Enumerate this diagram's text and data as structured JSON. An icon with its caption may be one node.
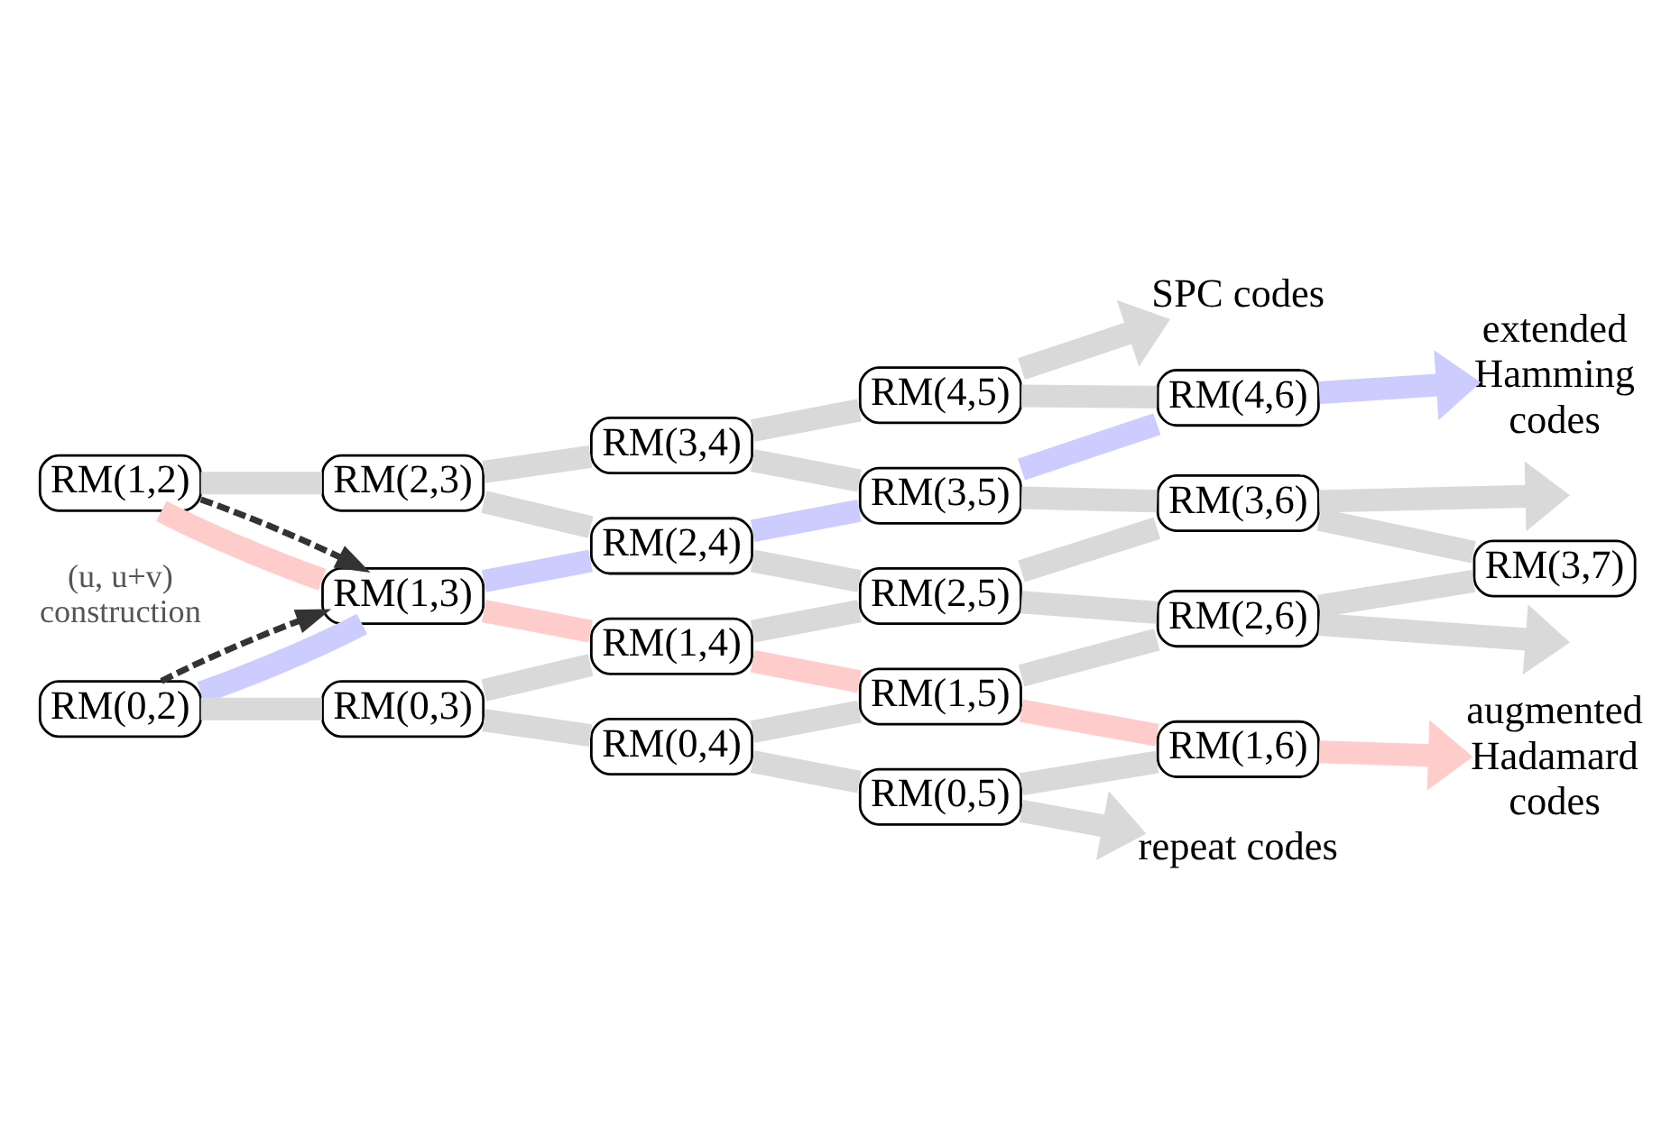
{
  "diagram": {
    "nodes": [
      {
        "text": [
          "RM(1,2)"
        ]
      },
      {
        "text": [
          "RM(0,2)"
        ]
      },
      {
        "text": [
          "RM(2,3)"
        ]
      },
      {
        "text": [
          "RM(1,3)"
        ]
      },
      {
        "text": [
          "RM(0,3)"
        ]
      },
      {
        "text": [
          "RM(3,4)"
        ]
      },
      {
        "text": [
          "RM(2,4)"
        ]
      },
      {
        "text": [
          "RM(1,4)"
        ]
      },
      {
        "text": [
          "RM(0,4)"
        ]
      },
      {
        "text": [
          "RM(4,5)"
        ]
      },
      {
        "text": [
          "RM(3,5)"
        ]
      },
      {
        "text": [
          "RM(2,5)"
        ]
      },
      {
        "text": [
          "RM(1,5)"
        ]
      },
      {
        "text": [
          "RM(0,5)"
        ]
      },
      {
        "text": [
          "RM(4,6)"
        ]
      },
      {
        "text": [
          "RM(3,6)"
        ]
      },
      {
        "text": [
          "RM(2,6)"
        ]
      },
      {
        "text": [
          "RM(1,6)"
        ]
      },
      {
        "text": [
          "RM(3,7)"
        ]
      },
      {
        "text": [
          "SPC codes"
        ]
      },
      {
        "text": [
          "extended Hamming codes"
        ]
      },
      {
        "text": [
          "augmented Hadamard codes"
        ]
      },
      {
        "text": [
          "repeat codes"
        ]
      }
    ],
    "edges": [
      {
        "from": 0,
        "to": 2,
        "arrow": "none"
      },
      {
        "from": 2,
        "to": 5,
        "arrow": "none"
      },
      {
        "from": 5,
        "to": 9,
        "arrow": "none"
      },
      {
        "from": 9,
        "to": 19,
        "arrow": "to"
      },
      {
        "from": 1,
        "to": 3,
        "arrow": "none",
        "color": "#ccccff"
      },
      {
        "from": 3,
        "to": 6,
        "arrow": "none",
        "color": "#ccccff"
      },
      {
        "from": 6,
        "to": 10,
        "arrow": "none",
        "color": "#ccccff"
      },
      {
        "from": 10,
        "to": 14,
        "arrow": "none",
        "color": "#ccccff"
      },
      {
        "from": 14,
        "to": 20,
        "arrow": "to",
        "color": "#ccccff"
      },
      {
        "from": 4,
        "to": 7,
        "arrow": "none"
      },
      {
        "from": 7,
        "to": 11,
        "arrow": "none"
      },
      {
        "from": 11,
        "to": 15,
        "arrow": "none"
      },
      {
        "from": 15,
        "to": null,
        "arrow": "to"
      },
      {
        "from": 8,
        "to": 12,
        "arrow": "none"
      },
      {
        "from": 12,
        "to": 16,
        "arrow": "none"
      },
      {
        "from": 16,
        "to": 18,
        "arrow": "none"
      },
      {
        "from": 13,
        "to": 17,
        "arrow": "none"
      },
      {
        "from": 9,
        "to": 14,
        "arrow": "none"
      },
      {
        "from": 5,
        "to": 10,
        "arrow": "none"
      },
      {
        "from": 10,
        "to": 15,
        "arrow": "none"
      },
      {
        "from": 15,
        "to": 18,
        "arrow": "none"
      },
      {
        "from": 2,
        "to": 6,
        "arrow": "none"
      },
      {
        "from": 6,
        "to": 11,
        "arrow": "none"
      },
      {
        "from": 11,
        "to": 16,
        "arrow": "none"
      },
      {
        "from": 16,
        "to": null,
        "arrow": "to"
      },
      {
        "from": 0,
        "to": 3,
        "arrow": "none",
        "color": "#ffcccc"
      },
      {
        "from": 3,
        "to": 7,
        "arrow": "none",
        "color": "#ffcccc"
      },
      {
        "from": 7,
        "to": 12,
        "arrow": "none",
        "color": "#ffcccc"
      },
      {
        "from": 12,
        "to": 17,
        "arrow": "none",
        "color": "#ffcccc"
      },
      {
        "from": 17,
        "to": 21,
        "arrow": "to",
        "color": "#ffcccc"
      },
      {
        "from": 1,
        "to": 4,
        "arrow": "none"
      },
      {
        "from": 4,
        "to": 8,
        "arrow": "none"
      },
      {
        "from": 8,
        "to": 13,
        "arrow": "none"
      },
      {
        "from": 13,
        "to": 22,
        "arrow": "to"
      },
      {
        "from": 0,
        "to": 3,
        "arrow": "to",
        "style": "dashed",
        "color": "#333333"
      },
      {
        "from": 1,
        "to": 3,
        "arrow": "to",
        "style": "dashed",
        "color": "#333333"
      }
    ],
    "labels": [
      "(u, u+v)",
      "construction"
    ]
  }
}
